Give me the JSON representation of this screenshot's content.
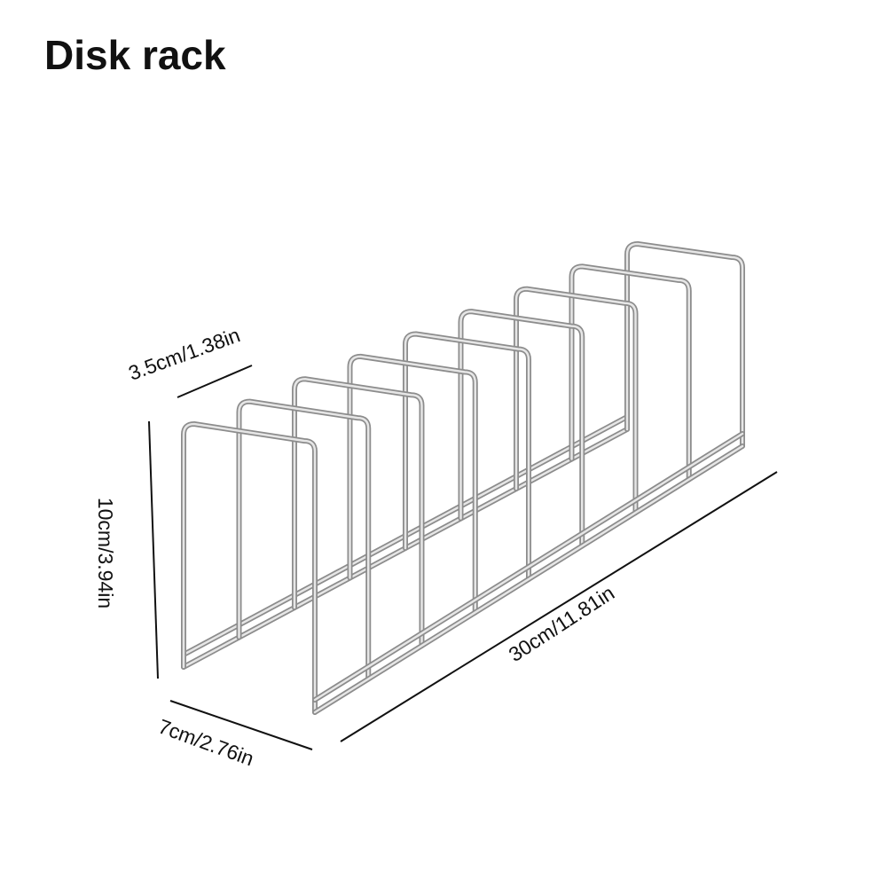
{
  "title": "Disk rack",
  "dimensions": {
    "slot_width": "3.5cm/1.38in",
    "height": "10cm/3.94in",
    "depth": "7cm/2.76in",
    "length": "30cm/11.81in"
  },
  "dividers": 9,
  "colors": {
    "background": "#ffffff",
    "text": "#111111",
    "wire_dark": "#8c8c8c",
    "wire_light": "#e6e6e6",
    "dimension_line": "#111111"
  }
}
